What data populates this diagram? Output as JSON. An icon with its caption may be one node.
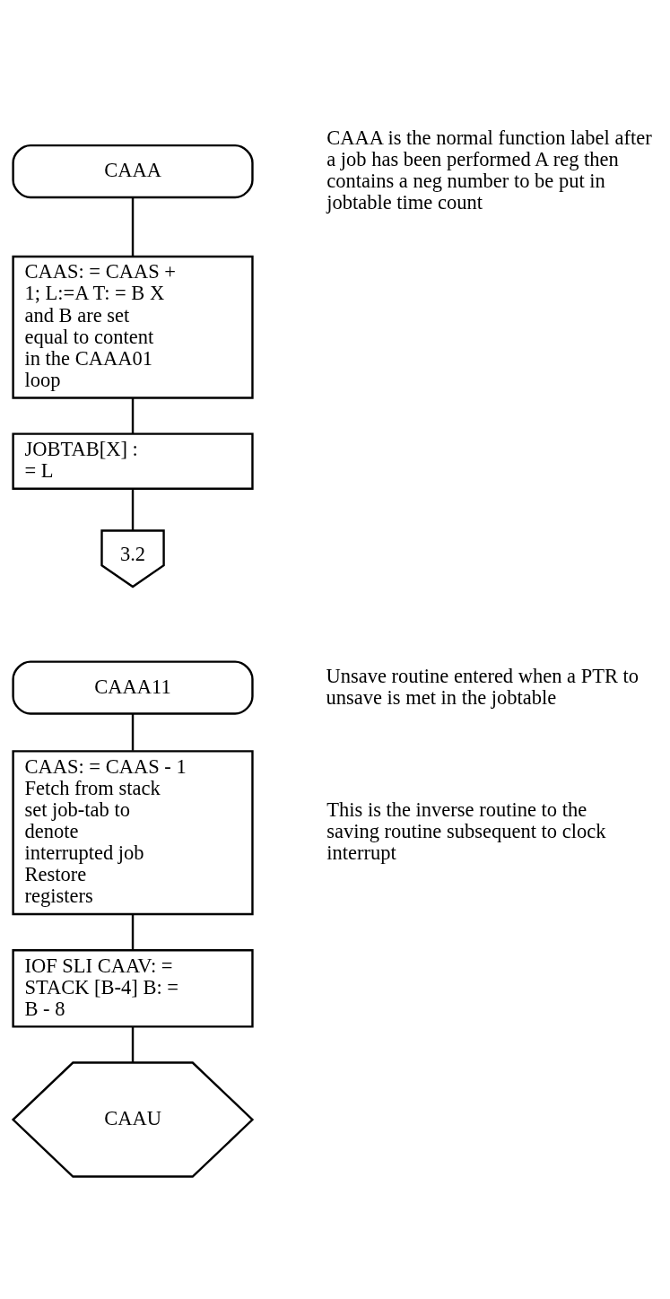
{
  "diagram": {
    "nodes": [
      {
        "text": [
          "CAAA"
        ],
        "beside": [
          "CAAA is the normal function label after a job has been performed A reg then contains a neg number to be put in jobtable time count"
        ]
      },
      {
        "text": [
          "CAAS: = CAAS + 1; L:=A T: = B X and B are set equal to content in the CAAA01 loop"
        ]
      },
      {
        "text": [
          "JOBTAB[X] : = L"
        ]
      },
      {
        "text": [
          "3.2"
        ]
      },
      {
        "text": [
          "CAAA11"
        ],
        "beside": [
          "Unsave routine entered when a PTR to unsave is met in the jobtable"
        ]
      },
      {
        "text": [
          "CAAS: = CAAS - 1 Fetch from stack set job-tab to denote interrupted job Restore registers"
        ],
        "beside": [
          "This is the inverse routine to the saving routine subsequent to clock interrupt"
        ]
      },
      {
        "text": [
          "IOF SLI CAAV: = STACK [B-4] B: = B - 8"
        ]
      },
      {
        "text": [
          "CAAU"
        ]
      }
    ],
    "edges": [
      {
        "from": 0,
        "to": 1,
        "arrow": "none"
      },
      {
        "from": 1,
        "to": 2,
        "arrow": "none"
      },
      {
        "from": 2,
        "to": 3,
        "arrow": "none"
      },
      {
        "from": 4,
        "to": 5,
        "arrow": "none"
      },
      {
        "from": 5,
        "to": 6,
        "arrow": "none"
      },
      {
        "from": 6,
        "to": 7,
        "arrow": "none"
      }
    ]
  }
}
